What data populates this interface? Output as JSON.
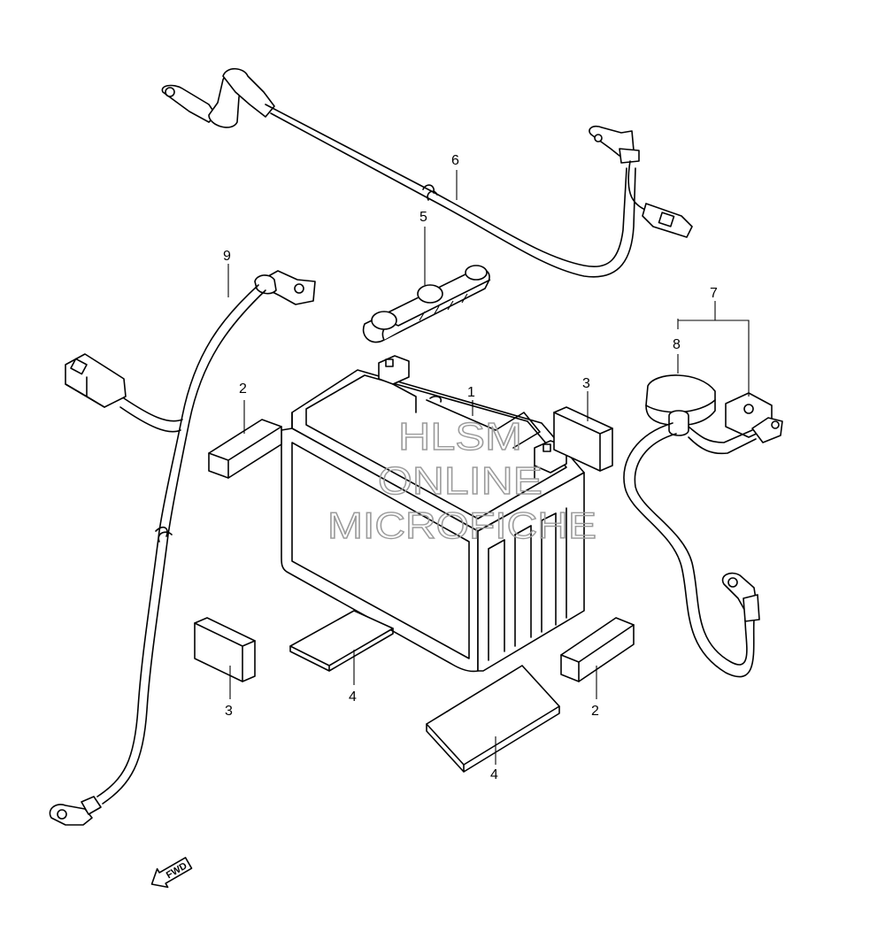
{
  "callouts": [
    {
      "id": "c1",
      "label": "1"
    },
    {
      "id": "c2a",
      "label": "2"
    },
    {
      "id": "c2b",
      "label": "2"
    },
    {
      "id": "c3a",
      "label": "3"
    },
    {
      "id": "c3b",
      "label": "3"
    },
    {
      "id": "c4a",
      "label": "4"
    },
    {
      "id": "c4b",
      "label": "4"
    },
    {
      "id": "c5",
      "label": "5"
    },
    {
      "id": "c6",
      "label": "6"
    },
    {
      "id": "c7",
      "label": "7"
    },
    {
      "id": "c8",
      "label": "8"
    },
    {
      "id": "c9",
      "label": "9"
    }
  ],
  "watermark": {
    "line1": "HLSM",
    "line2": "ONLINE",
    "line3": "MICROFICHE",
    "color": "#9a9a9a"
  },
  "fwd_label": "FWD"
}
